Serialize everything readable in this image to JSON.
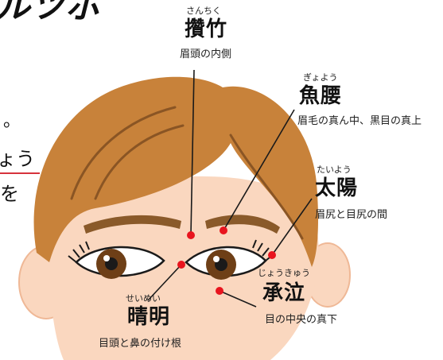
{
  "title_fragment": "ルツボ",
  "side_text": {
    "line1": "。",
    "line2": "ょう",
    "line3": "を"
  },
  "points": [
    {
      "id": "sanchiku",
      "reading": "さんちく",
      "name": "攢竹",
      "description": "眉頭の内側"
    },
    {
      "id": "gyoyou",
      "reading": "ぎょよう",
      "name": "魚腰",
      "description": "眉毛の真ん中、黒目の真上"
    },
    {
      "id": "taiyou",
      "reading": "たいよう",
      "name": "太陽",
      "description": "眉尻と目尻の間"
    },
    {
      "id": "shoukyuu",
      "reading": "じょうきゅう",
      "name": "承泣",
      "description": "目の中央の真下"
    },
    {
      "id": "seimei",
      "reading": "せいめい",
      "name": "晴明",
      "description": "目頭と鼻の付け根"
    }
  ],
  "colors": {
    "hair": "#c8823a",
    "hair_dark": "#8a5524",
    "skin": "#fad7bf",
    "skin_shadow": "#efb896",
    "brow": "#8a5a2a",
    "iris": "#6e3f17",
    "point": "#e8141e",
    "underline": "#d6323c"
  }
}
